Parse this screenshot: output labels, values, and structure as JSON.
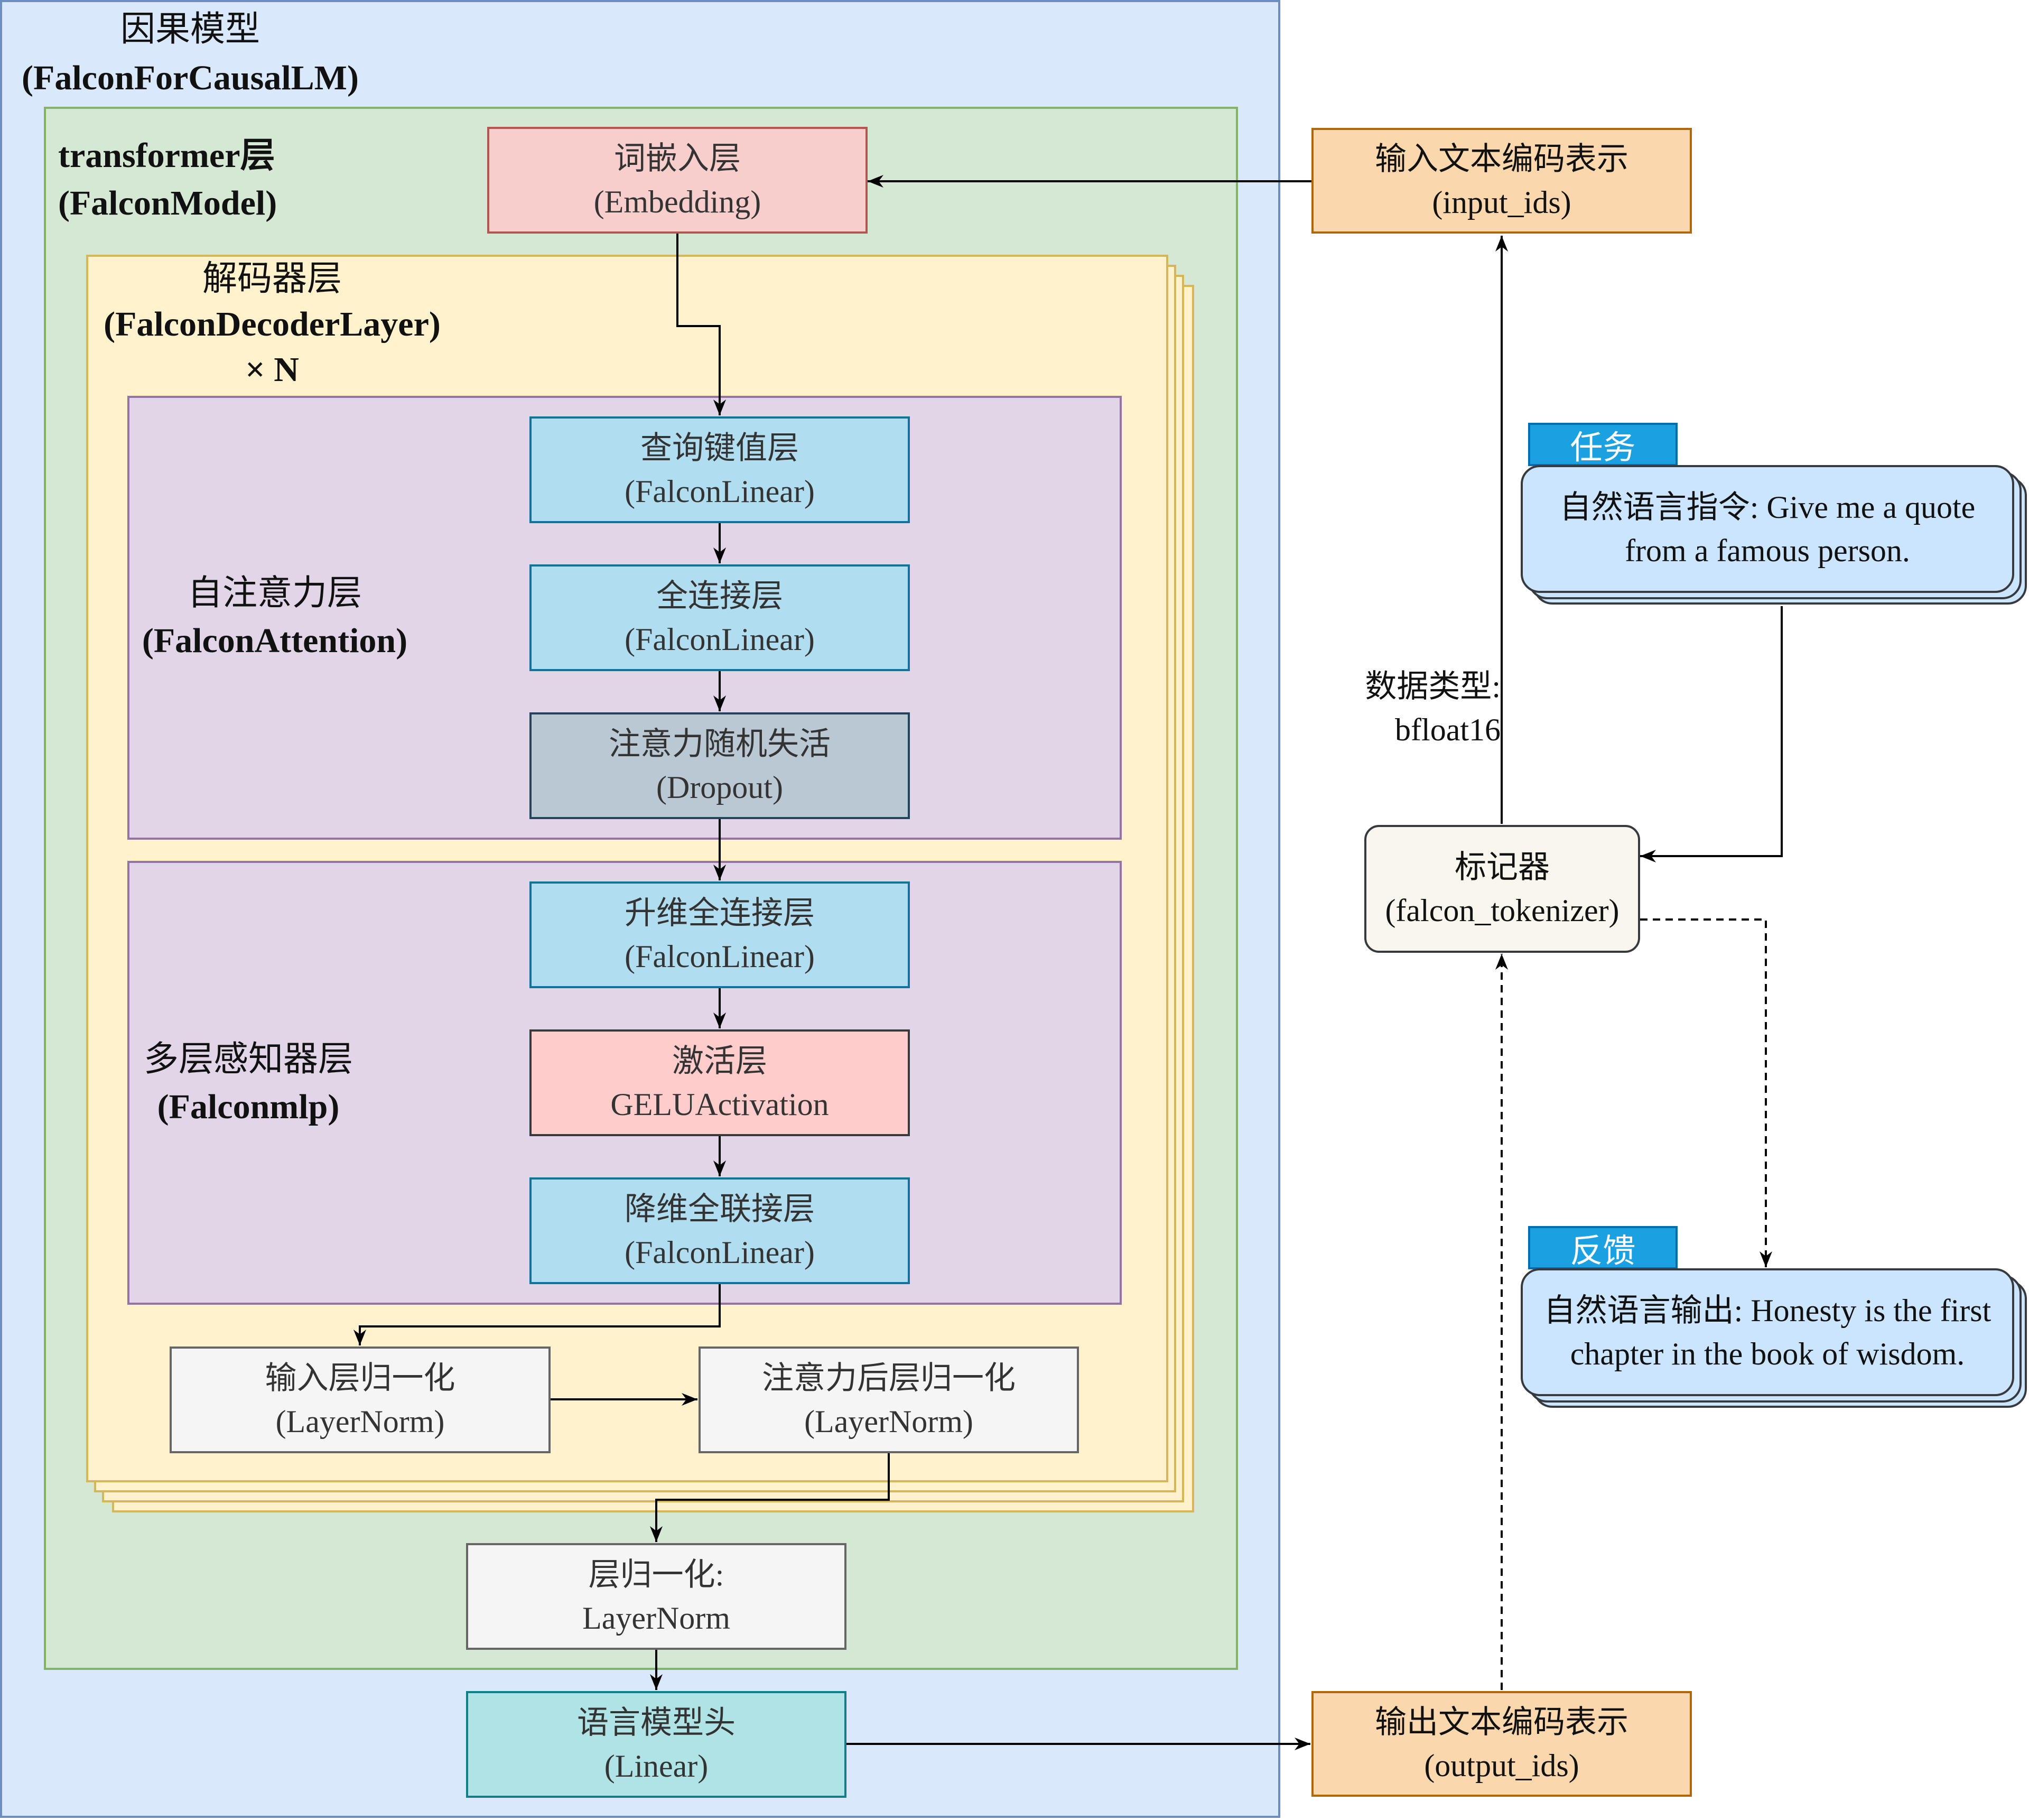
{
  "causal_model": {
    "title": "因果模型",
    "subtitle": "(FalconForCausalLM)"
  },
  "transformer": {
    "title": "transformer层",
    "subtitle": "(FalconModel)"
  },
  "decoder": {
    "title": "解码器层",
    "subtitle": "(FalconDecoderLayer)",
    "repeat": "× N"
  },
  "attention": {
    "title": "自注意力层",
    "subtitle": "(FalconAttention)"
  },
  "mlp": {
    "title": "多层感知器层",
    "subtitle": "(Falconmlp)"
  },
  "embedding": {
    "line1": "词嵌入层",
    "line2": "(Embedding)"
  },
  "qkv": {
    "line1": "查询键值层",
    "line2": "(FalconLinear)"
  },
  "dense": {
    "line1": "全连接层",
    "line2": "(FalconLinear)"
  },
  "dropout": {
    "line1": "注意力随机失活",
    "line2": "(Dropout)"
  },
  "up_proj": {
    "line1": "升维全连接层",
    "line2": "(FalconLinear)"
  },
  "activation": {
    "line1": "激活层",
    "line2": "GELUActivation"
  },
  "down_proj": {
    "line1": "降维全联接层",
    "line2": "(FalconLinear)"
  },
  "input_norm": {
    "line1": "输入层归一化",
    "line2": "(LayerNorm)"
  },
  "post_attn_norm": {
    "line1": "注意力后层归一化",
    "line2": "(LayerNorm)"
  },
  "final_norm": {
    "line1": "层归一化:",
    "line2": "LayerNorm"
  },
  "lm_head": {
    "line1": "语言模型头",
    "line2": "(Linear)"
  },
  "input_ids": {
    "line1": "输入文本编码表示",
    "line2": "(input_ids)"
  },
  "output_ids": {
    "line1": "输出文本编码表示",
    "line2": "(output_ids)"
  },
  "tokenizer": {
    "line1": "标记器",
    "line2": "(falcon_tokenizer)"
  },
  "dtype": {
    "line1": "数据类型:",
    "line2": "bfloat16"
  },
  "task": {
    "tag": "任务",
    "line1": "自然语言指令: Give me a quote",
    "line2": "from a famous person."
  },
  "feedback": {
    "tag": "反馈",
    "line1": "自然语言输出: Honesty is the first",
    "line2": "chapter in the book of wisdom."
  },
  "colors": {
    "causal_bg": "#dae8fc",
    "causal_border": "#6c8ebf",
    "transformer_bg": "#d5e8d4",
    "transformer_border": "#82b366",
    "decoder_bg": "#fff2cc",
    "decoder_border": "#d6b656",
    "group_bg": "#e1d5e7",
    "group_border": "#9673a6",
    "tag_bg": "#1ba1e2",
    "card_bg": "#cce5ff"
  }
}
